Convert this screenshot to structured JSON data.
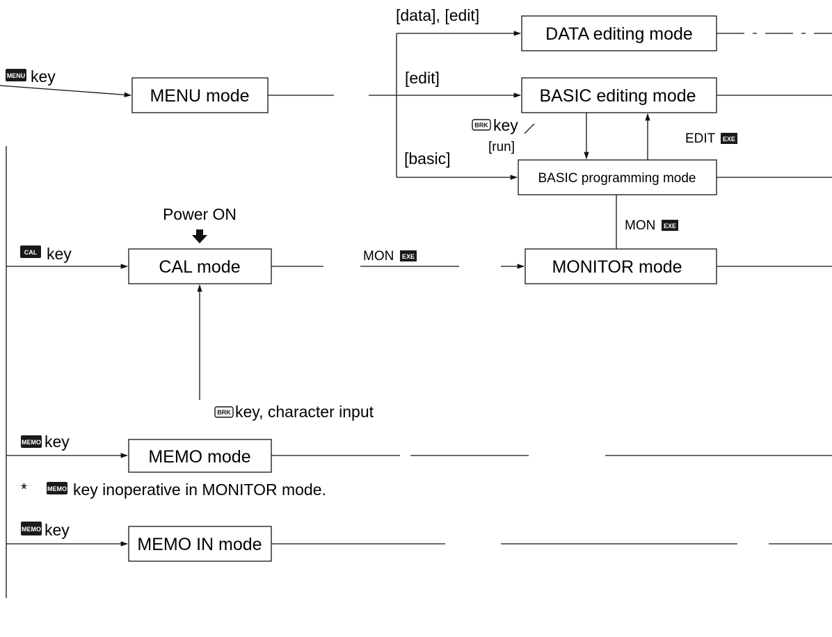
{
  "modes": {
    "menu": "MENU mode",
    "data_edit": "DATA editing mode",
    "basic_edit": "BASIC editing mode",
    "basic_prog": "BASIC programming mode",
    "cal": "CAL mode",
    "monitor": "MONITOR mode",
    "memo": "MEMO mode",
    "memo_in": "MEMO IN mode"
  },
  "keys": {
    "menu_key": "MENU",
    "cal_key": "CAL",
    "memo_key": "MEMO",
    "memo_in_key": "MEMO",
    "brk_key": "BRK",
    "exe_key": "EXE",
    "key_word": "key"
  },
  "labels": {
    "data_edit_branch": "[data], [edit]",
    "edit_branch": "[edit]",
    "basic_branch": "[basic]",
    "run_branch": "[run]",
    "brk_key_slash": "key",
    "edit_exe": "EDIT",
    "mon_exe_vertical": "MON",
    "mon_exe_horizontal": "MON",
    "power_on": "Power ON",
    "brk_char_input": "key, character input"
  },
  "note": {
    "asterisk": "*",
    "text": "key inoperative in MONITOR mode."
  }
}
